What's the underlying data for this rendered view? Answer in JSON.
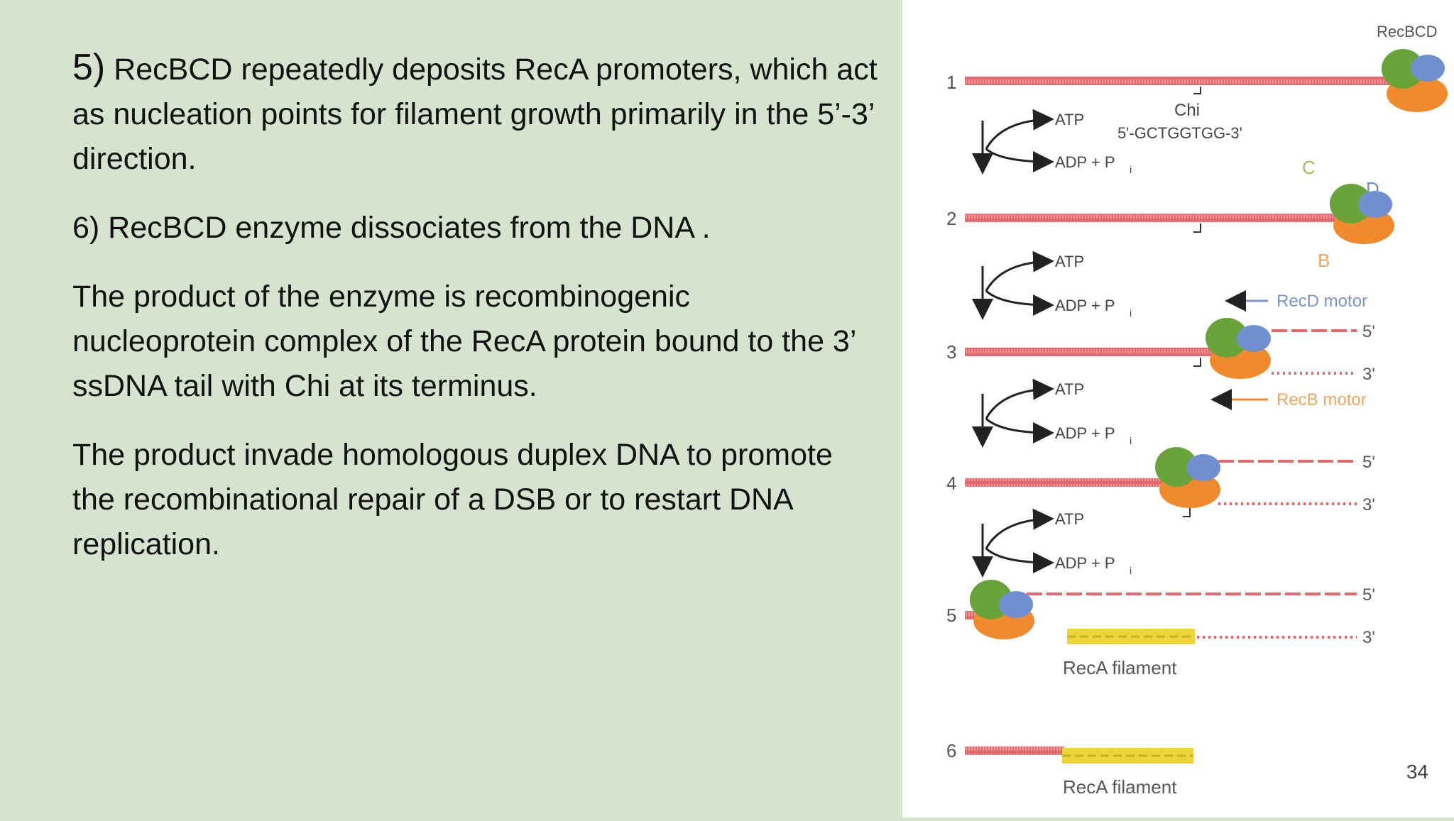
{
  "text": {
    "p1_num": "5)",
    "p1_body": " RecBCD repeatedly deposits RecA promoters, which act as nucleation points for filament growth primarily in the 5’-3’ direction.",
    "p2": "6) RecBCD enzyme dissociates from the DNA .",
    "p3": "The product of the enzyme is recombinogenic nucleoprotein complex of the RecA protein bound to the 3’ ssDNA tail with Chi at its terminus.",
    "p4": "The product invade homologous duplex DNA to promote the recombinational repair of a DSB or to restart DNA replication."
  },
  "diagram": {
    "enzyme_label": "RecBCD",
    "chi_label": "Chi",
    "chi_sequence": "5'-GCTGGTGG-3'",
    "atp": "ATP",
    "adp": "ADP + P",
    "adp_sub": "i",
    "subunit_c": "C",
    "subunit_d": "D",
    "subunit_b": "B",
    "recd_motor": "RecD motor",
    "recb_motor": "RecB motor",
    "five_prime": "5'",
    "three_prime": "3'",
    "filament_label": "RecA filament",
    "steps": [
      "1",
      "2",
      "3",
      "4",
      "5",
      "6"
    ],
    "colors": {
      "dna": "#e5686d",
      "recC": "#6aa33a",
      "recD": "#6f8fd0",
      "recB": "#f08a2c",
      "recA": "#ecd53a",
      "recd_motor": "#7a93c9",
      "recb_motor": "#f08a2c",
      "label_c": "#9fc05a",
      "label_b": "#f2a45b"
    }
  },
  "page_number": "34"
}
